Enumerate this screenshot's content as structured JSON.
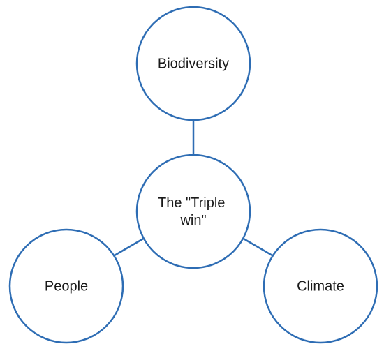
{
  "diagram": {
    "stroke_color": "#2e6db4",
    "nodes": {
      "biodiversity": {
        "label": "Biodiversity"
      },
      "center": {
        "label_line1": "The \"Triple",
        "label_line2": "win\""
      },
      "people": {
        "label": "People"
      },
      "climate": {
        "label": "Climate"
      }
    }
  }
}
